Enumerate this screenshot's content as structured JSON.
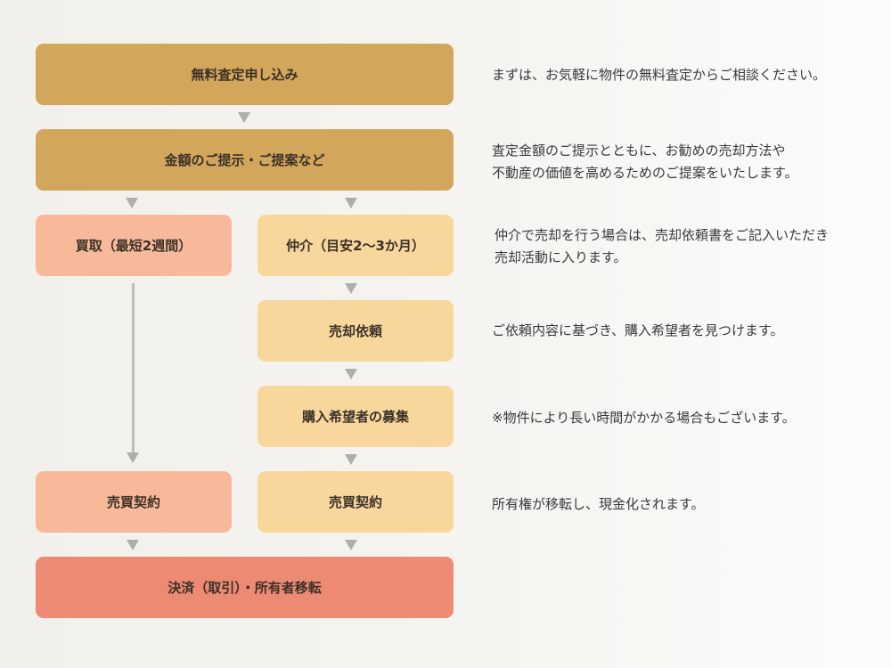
{
  "flow": {
    "step_application": "無料査定申し込み",
    "step_proposal": "金額のご提示・ご提案など",
    "step_buyout": "買取（最短2週間）",
    "step_brokerage": "仲介（目安2〜3か月）",
    "step_sale_request": "売却依頼",
    "step_buyer_search": "購入希望者の募集",
    "step_contract_buyout": "売買契約",
    "step_contract_brokerage": "売買契約",
    "step_settlement": "決済（取引）・所有者移転"
  },
  "notes": {
    "application": "まずは、お気軽に物件の無料査定からご相談ください。",
    "proposal_line1": "査定金額のご提示とともに、お勧めの売却方法や",
    "proposal_line2": "不動産の価値を高めるためのご提案をいたします。",
    "brokerage_line1": "仲介で売却を行う場合は、売却依頼書をご記入いただき",
    "brokerage_line2": "売却活動に入ります。",
    "sale_request": "ご依頼内容に基づき、購入希望者を見つけます。",
    "buyer_search": "※物件により長い時間がかかる場合もございます。",
    "contract": "所有権が移転し、現金化されます。"
  },
  "colors": {
    "gold": "#d2a75c",
    "salmon": "#f8b99b",
    "cream": "#f8d79d",
    "coral": "#ec8a73",
    "arrow": "#aeaeae"
  }
}
